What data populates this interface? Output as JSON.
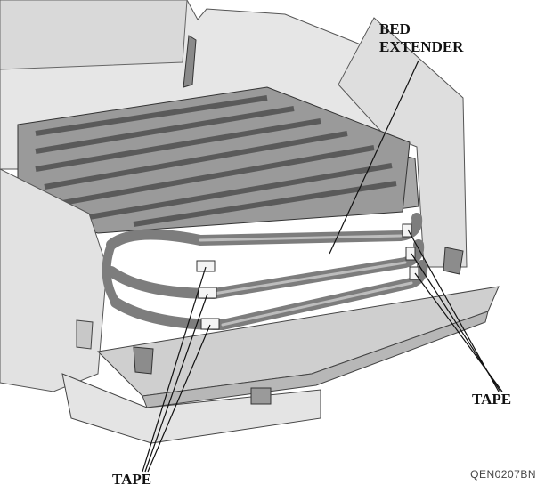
{
  "callouts": {
    "bed_extender_line1": "BED",
    "bed_extender_line2": "EXTENDER",
    "tape_right": "TAPE",
    "tape_left": "TAPE"
  },
  "figure_code": "QEN0207BN",
  "colors": {
    "body_light": "#ececec",
    "body_mid": "#d0d0d0",
    "body_dark": "#a8a8a8",
    "slat_dark": "#6e6e6e",
    "extender_bar": "#7d7d7d",
    "tape": "#f4f4f4",
    "outline": "#333333"
  }
}
